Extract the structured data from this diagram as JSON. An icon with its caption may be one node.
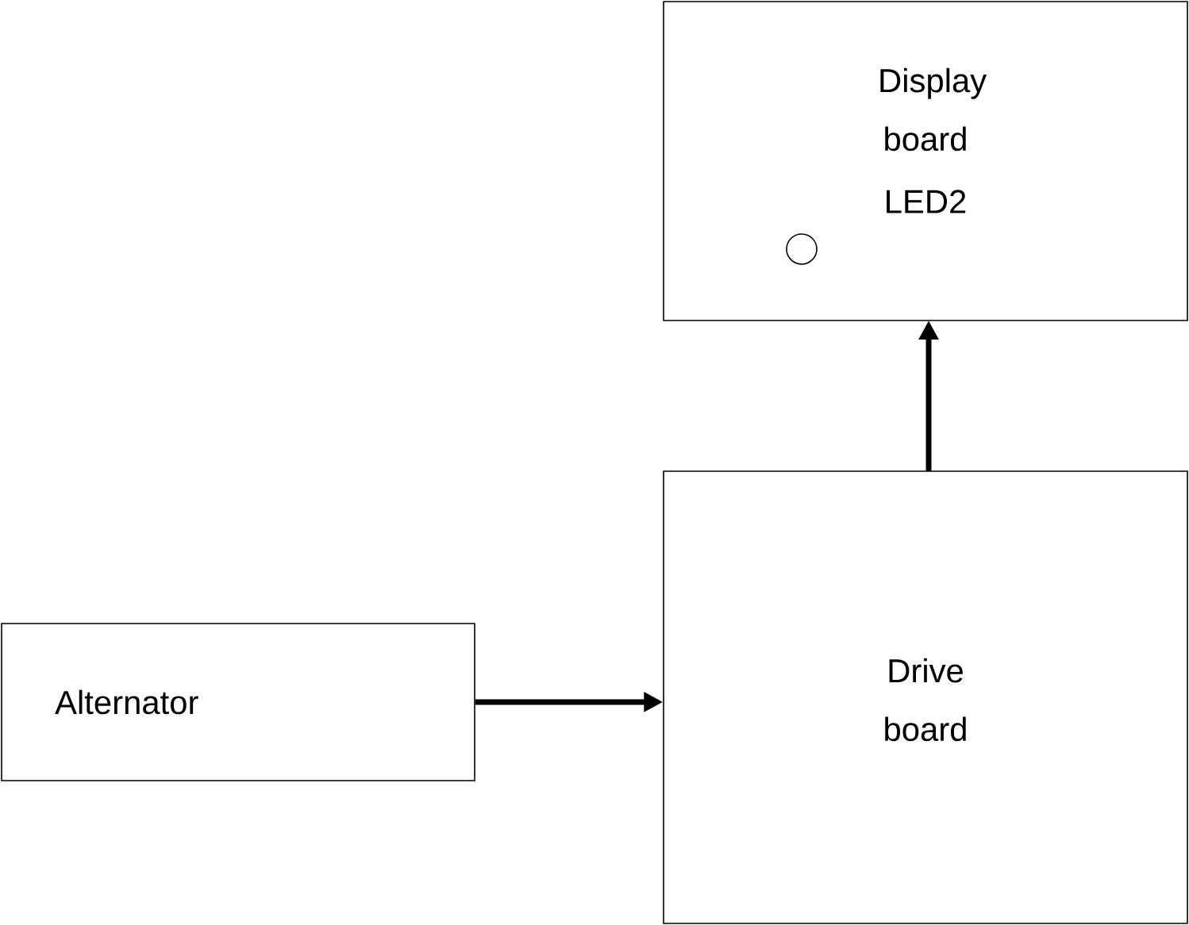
{
  "diagram": {
    "nodes": [
      {
        "text": [
          "Display board",
          "LED2"
        ]
      },
      {
        "text": [
          "Drive board"
        ]
      },
      {
        "text": [
          "Alternator"
        ]
      }
    ],
    "edges": [
      {
        "from": 2,
        "to": 1,
        "arrow": "to"
      },
      {
        "from": 1,
        "to": 0,
        "arrow": "to"
      }
    ]
  }
}
